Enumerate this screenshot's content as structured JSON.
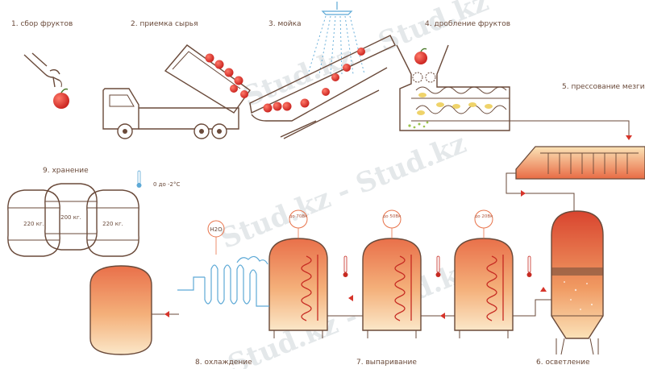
{
  "steps": {
    "s1": "1. сбор фруктов",
    "s2": "2. приемка сырья",
    "s3": "3. мойка",
    "s4": "4. дробление фруктов",
    "s5": "5. прессование мезги",
    "s6": "6. осветление",
    "s7": "7. выпаривание",
    "s8": "8. охлаждение",
    "s9": "9. хранение"
  },
  "storage": {
    "barrels": [
      "220 кг.",
      "200 кг.",
      "220 кг."
    ],
    "temperature": "0 до -2°C"
  },
  "cooling": {
    "badge": "H2O"
  },
  "evaporation": {
    "temps": [
      "до 70Вк",
      "до 50Вк",
      "до 20Вк"
    ]
  },
  "watermark": [
    "Stud.kz - Stud.kz",
    "Stud.kz - Stud.kz",
    "Stud.kz - Stud.kz"
  ],
  "colors": {
    "juice": "#e8734a",
    "outline": "#6a4a3a",
    "water": "#5da9d6",
    "arrow": "#d6342a"
  }
}
